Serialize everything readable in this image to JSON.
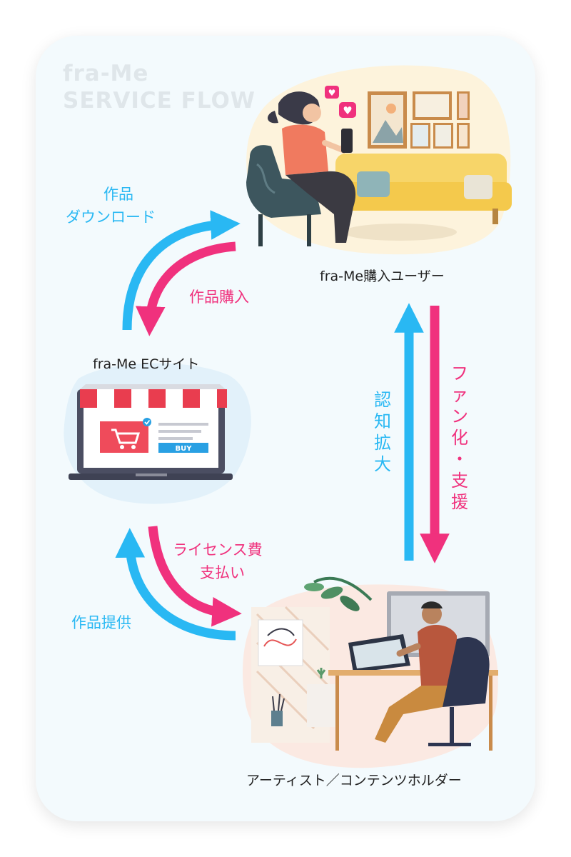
{
  "brand": {
    "line1": "fra-Me",
    "line2": "SERVICE FLOW"
  },
  "nodes": {
    "user": "fra-Me購入ユーザー",
    "ec": "fra-Me ECサイト",
    "artist": "アーティスト／コンテンツホルダー",
    "buy_button": "BUY"
  },
  "flows": {
    "download": {
      "line1": "作品",
      "line2": "ダウンロード"
    },
    "purchase": "作品購入",
    "license_fee": {
      "line1": "ライセンス費",
      "line2": "支払い"
    },
    "provide": "作品提供",
    "awareness": [
      "認",
      "知",
      "拡",
      "大"
    ],
    "fan_support": [
      "フ",
      "ァ",
      "ン",
      "化",
      "・",
      "支",
      "援"
    ]
  },
  "colors": {
    "blue": "#29b8f3",
    "pink": "#f0317d"
  }
}
